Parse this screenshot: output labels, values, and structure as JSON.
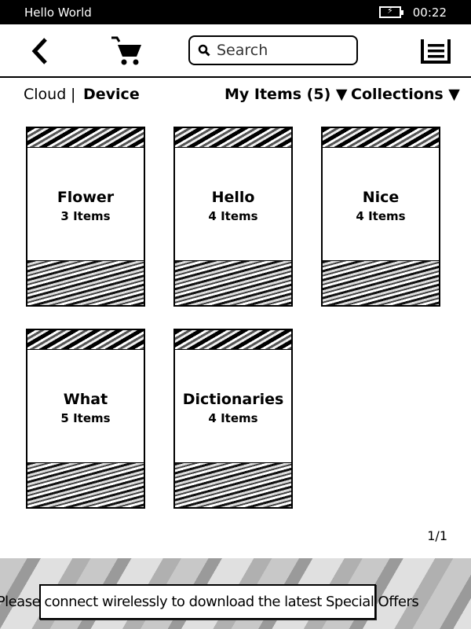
{
  "status_bar": {
    "title": "Hello World",
    "time": "00:22"
  },
  "toolbar": {
    "search_placeholder": "Search"
  },
  "filters": {
    "cloud": "Cloud",
    "separator": "|",
    "device": "Device",
    "my_items": "My Items (5) ▼",
    "collections": "Collections ▼"
  },
  "collections": [
    {
      "name": "Flower",
      "count": "3 Items"
    },
    {
      "name": "Hello",
      "count": "4 Items"
    },
    {
      "name": "Nice",
      "count": "4 Items"
    },
    {
      "name": "What",
      "count": "5 Items"
    },
    {
      "name": "Dictionaries",
      "count": "4 Items"
    }
  ],
  "pagination": "1/1",
  "special_offer": "Please connect wirelessly to download the latest Special Offers"
}
